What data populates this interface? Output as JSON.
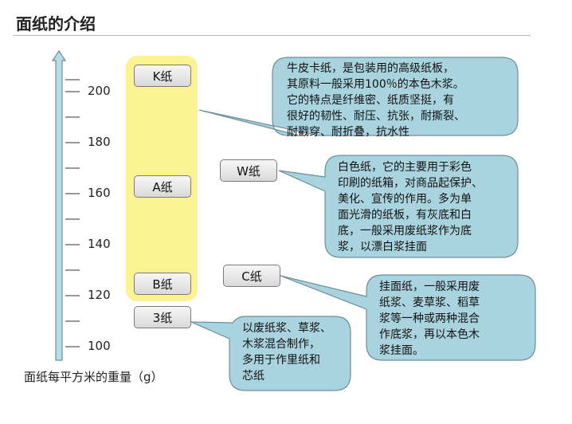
{
  "page_title": "面纸的介绍",
  "axis": {
    "caption": "面纸每平方米的重量（g）",
    "ticks": [
      "200",
      "180",
      "160",
      "140",
      "120",
      "100"
    ]
  },
  "paper_types": {
    "k": "K纸",
    "a": "A纸",
    "b": "B纸",
    "three": "3纸",
    "w": "W纸",
    "c": "C纸"
  },
  "callouts": {
    "k": "牛皮卡纸，是包装用的高级纸板，\n其原料一般采用100％的本色木浆。\n它的特点是纤维密、纸质坚挺，有\n很好的韧性、耐压、抗张，耐撕裂、\n耐戳穿、耐折叠，抗水性",
    "w": "白色纸，它的主要用于彩色\n印刷的纸箱，对商品起保护、\n美化、宣传的作用。多为单\n面光滑的纸板，有灰底和白\n底，一般采用废纸浆作为底\n浆，以漂白浆挂面",
    "c": "挂面纸，一般采用废\n纸浆、麦草浆、稻草\n浆等一种或两种混合\n作底浆，再以本色木\n浆挂面。",
    "three": "以废纸浆、草浆、\n木浆混合制作，\n多用于作里纸和\n芯纸"
  },
  "colors": {
    "callout_fill": "#a9d3de",
    "callout_stroke": "#6a8f9a",
    "axis_fill": "#b9dde7",
    "band": "#fbf392"
  }
}
